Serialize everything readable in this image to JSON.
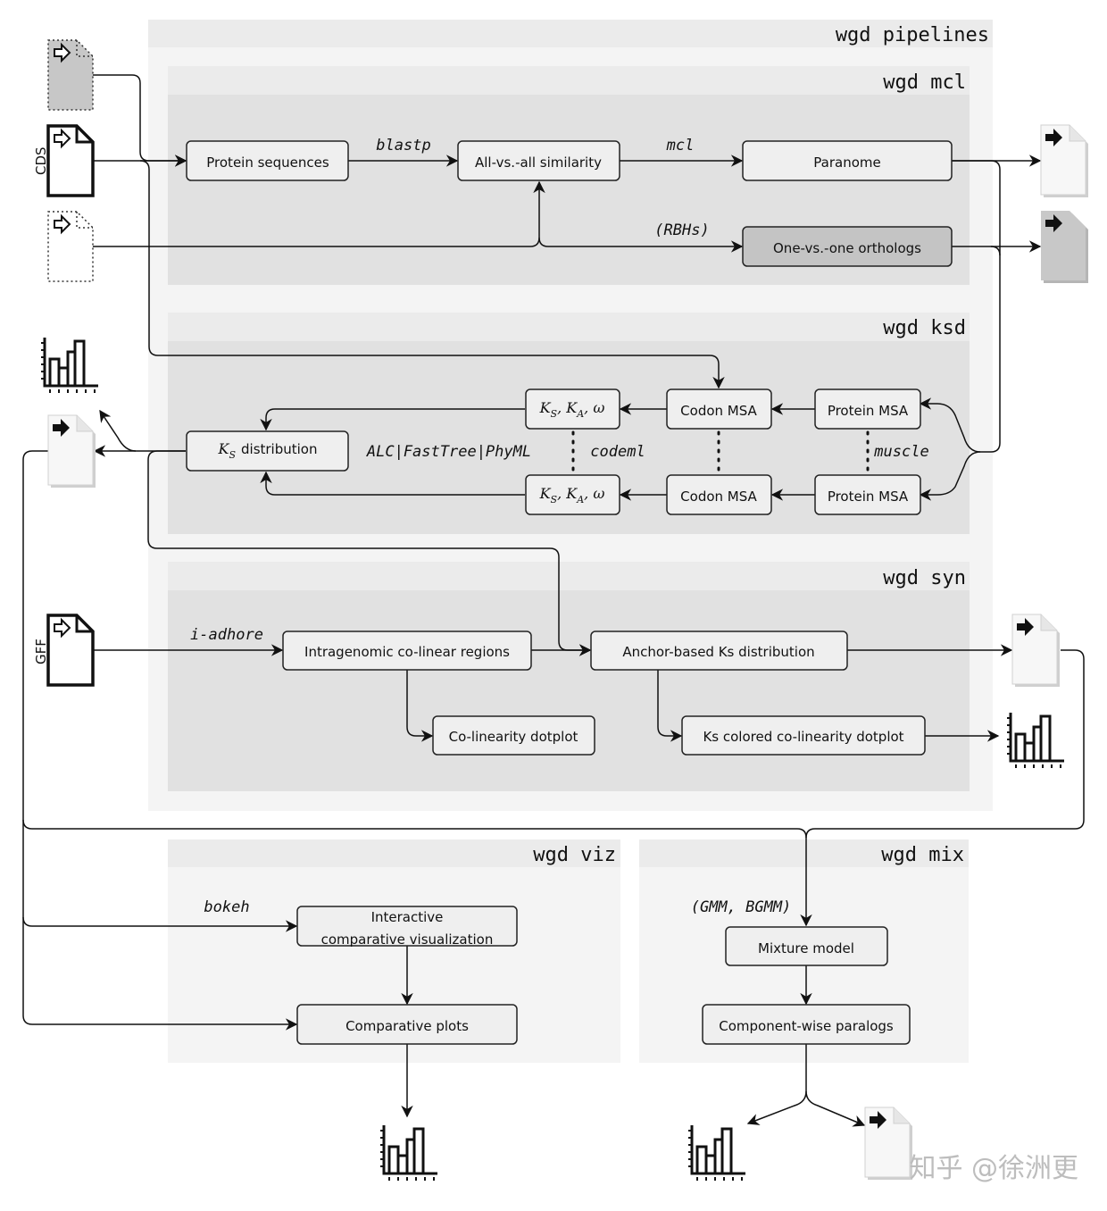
{
  "sections": {
    "pipelines": "wgd pipelines",
    "mcl": "wgd mcl",
    "ksd": "wgd ksd",
    "syn": "wgd syn",
    "viz": "wgd viz",
    "mix": "wgd mix"
  },
  "inputs": {
    "cds": "CDS",
    "gff": "GFF"
  },
  "nodes": {
    "protein_sequences": "Protein sequences",
    "all_vs_all": "All-vs.-all similarity",
    "paranome": "Paranome",
    "one_vs_one": "One-vs.-one orthologs",
    "codon_msa_1": "Codon MSA",
    "codon_msa_2": "Codon MSA",
    "protein_msa_1": "Protein MSA",
    "protein_msa_2": "Protein MSA",
    "ks_dist_symbol": "K",
    "ks_dist_sub": "S",
    "ks_dist_text": "distribution",
    "kska_1": {
      "k1": "K",
      "s1": "S",
      "k2": "K",
      "s2": "A",
      "omega": "ω"
    },
    "kska_2": {
      "k1": "K",
      "s1": "S",
      "k2": "K",
      "s2": "A",
      "omega": "ω"
    },
    "intragenomic": "Intragenomic co-linear regions",
    "anchor_ks": "Anchor-based Ks distribution",
    "colinearity_dotplot": "Co-linearity dotplot",
    "ks_colored_dotplot": "Ks colored co-linearity dotplot",
    "interactive_line1": "Interactive",
    "interactive_line2": "comparative visualization",
    "comparative_plots": "Comparative plots",
    "mixture_model": "Mixture model",
    "component_paralogs": "Component-wise paralogs"
  },
  "edge_labels": {
    "blastp": "blastp",
    "mcl": "mcl",
    "rbhs": "(RBHs)",
    "alc": "ALC|FastTree|PhyML",
    "codeml": "codeml",
    "muscle": "muscle",
    "i_adhore": "i-adhore",
    "bokeh": "bokeh",
    "gmm": "(GMM, BGMM)"
  },
  "watermark": "知乎 @徐洲更",
  "colors": {
    "outer_panel": "#f4f4f4",
    "panel_header": "#ebebeb",
    "panel_body": "#e1e1e1",
    "box_fill": "#efefef",
    "box_dark_fill": "#c4c4c4"
  }
}
